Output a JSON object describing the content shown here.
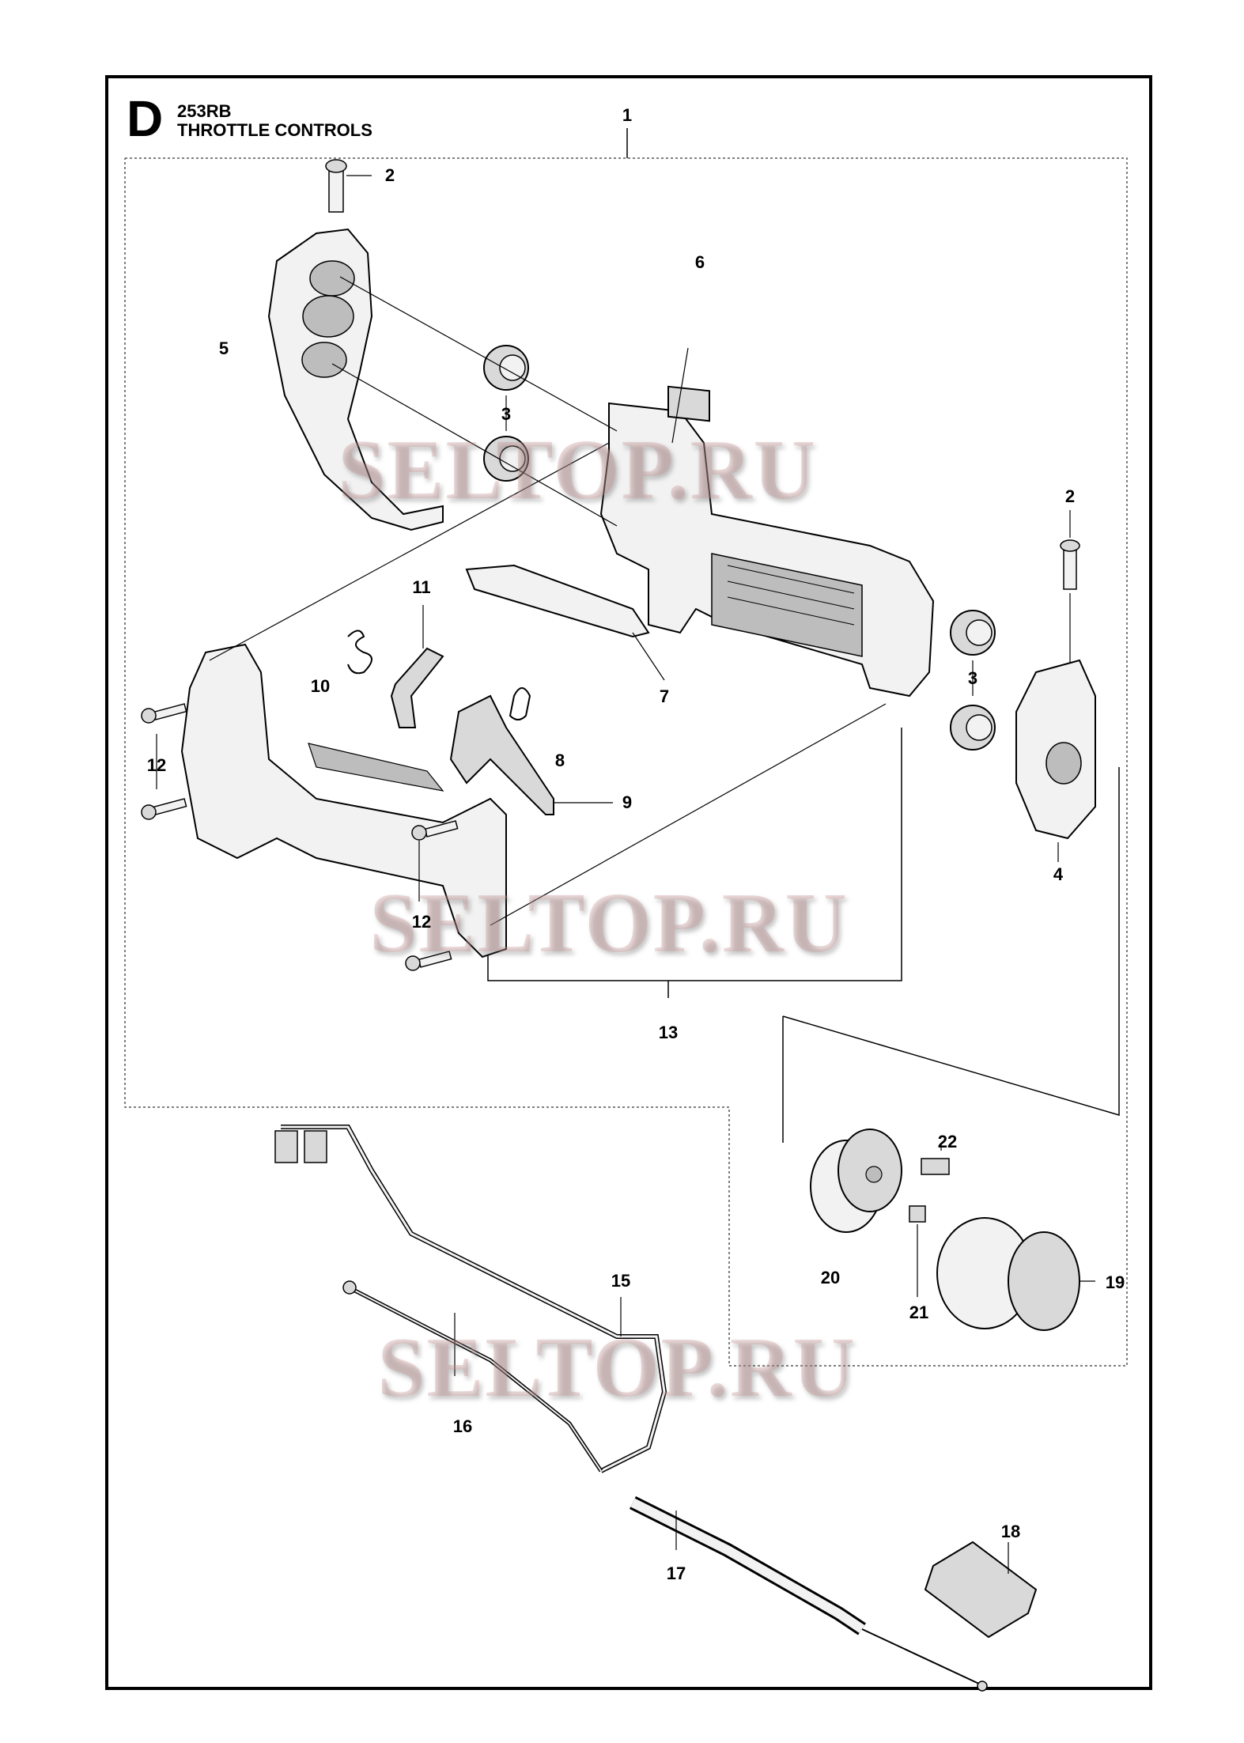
{
  "header": {
    "section_letter": "D",
    "model": "253RB",
    "title": "THROTTLE CONTROLS"
  },
  "callouts": [
    "1",
    "2",
    "2",
    "3",
    "3",
    "4",
    "5",
    "6",
    "7",
    "8",
    "9",
    "10",
    "11",
    "12",
    "12",
    "13",
    "15",
    "16",
    "17",
    "18",
    "19",
    "20",
    "21",
    "22"
  ],
  "watermark": {
    "text": "SELTOP.RU",
    "color": "#c89696"
  },
  "colors": {
    "line": "#000000",
    "part_fill": "#f2f2f2",
    "part_shade": "#bdbdbd"
  }
}
